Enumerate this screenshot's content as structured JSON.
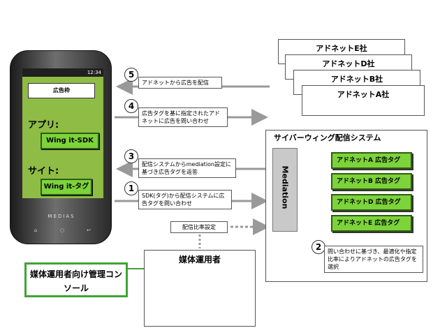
{
  "phone": {
    "time": "12:34",
    "ad_frame": "広告枠",
    "app_label": "アプリ:",
    "app_button": "Wing it-SDK",
    "site_label": "サイト:",
    "site_button": "Wing it-タグ",
    "brand": "MEDIAS"
  },
  "adnets": [
    "アドネットE社",
    "アドネットD社",
    "アドネットB社",
    "アドネットA社"
  ],
  "system": {
    "title": "サイバーウィング配信システム",
    "mediation": "Mediation",
    "tags": [
      "アドネットA 広告タグ",
      "アドネットB 広告タグ",
      "アドネットD 広告タグ",
      "アドネットE 広告タグ"
    ]
  },
  "steps": {
    "s1": {
      "num": "1",
      "text": "SDK(タグ)から配信システムに広告タグを問い合わせ"
    },
    "s2": {
      "num": "2",
      "text": "問い合わせに基づき、最適化や指定比率によりアドネットの広告タグを選択"
    },
    "s3": {
      "num": "3",
      "text": "配信システムからmediation設定に基づき広告タグを返答"
    },
    "s4": {
      "num": "4",
      "text": "広告タグを基に指定されたアドネットに広告を問い合わせ"
    },
    "s5": {
      "num": "5",
      "text": "アドネットから広告を配信"
    }
  },
  "ratio_setting": "配信比率設定",
  "operator": "媒体運用者",
  "console": "媒体運用者向け管理コンソール",
  "colors": {
    "green": "#7cd33a",
    "console_border": "#3fa535",
    "mediation": "#c9c9c9"
  }
}
